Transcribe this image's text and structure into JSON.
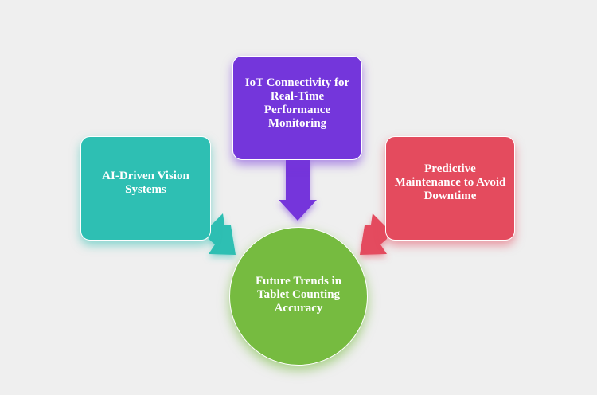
{
  "diagram": {
    "type": "hub-and-spoke",
    "center": {
      "label": "Future Trends in Tablet Counting Accuracy",
      "color": "#76bb40"
    },
    "nodes": [
      {
        "id": "ai",
        "label": "AI-Driven Vision Systems",
        "color": "#2ebfb3",
        "position": "left"
      },
      {
        "id": "iot",
        "label": "IoT Connectivity for Real-Time Performance Monitoring",
        "color": "#7436db",
        "position": "top"
      },
      {
        "id": "pm",
        "label": "Predictive Maintenance to Avoid Downtime",
        "color": "#e44b5e",
        "position": "right"
      }
    ],
    "edges": [
      {
        "from": "ai",
        "to": "center",
        "icon": "arrow-down-right-icon"
      },
      {
        "from": "iot",
        "to": "center",
        "icon": "arrow-down-icon"
      },
      {
        "from": "pm",
        "to": "center",
        "icon": "arrow-down-left-icon"
      }
    ],
    "background": "#efefef"
  }
}
